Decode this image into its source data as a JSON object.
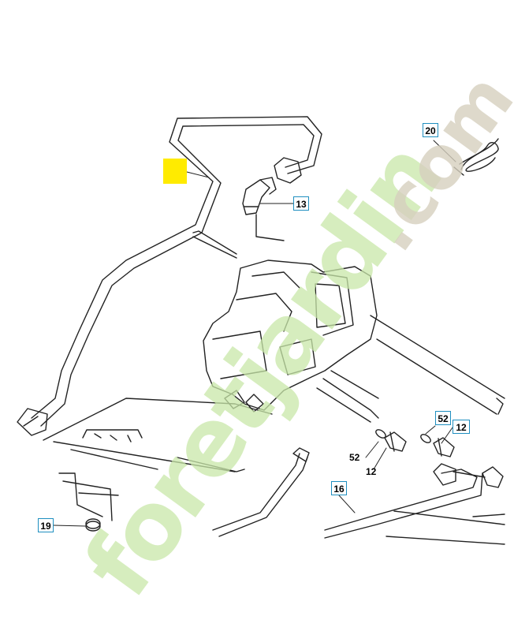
{
  "diagram": {
    "highlight_color": "#ffeb00",
    "callout_border_color": "#1f8fc0",
    "highlight_label": "",
    "callouts": [
      {
        "id": "20",
        "boxed": true
      },
      {
        "id": "13",
        "boxed": true
      },
      {
        "id": "52",
        "boxed": true
      },
      {
        "id": "12",
        "boxed": true
      },
      {
        "id": "52",
        "boxed": false
      },
      {
        "id": "12",
        "boxed": false
      },
      {
        "id": "16",
        "boxed": true
      },
      {
        "id": "19",
        "boxed": true
      }
    ]
  },
  "watermark": {
    "text_main": "foretjardin",
    "text_tld": ".com",
    "colors": {
      "green": "#c9e8a9",
      "orange": "#f6c48a",
      "grey": "#d6d0bf"
    }
  }
}
